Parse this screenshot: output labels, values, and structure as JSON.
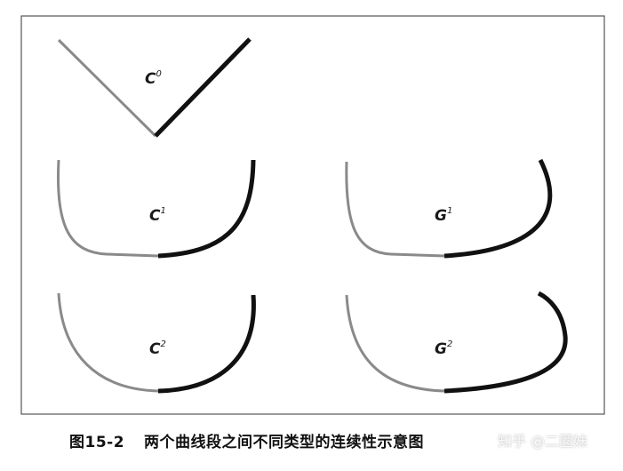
{
  "figure": {
    "panels": [
      {
        "id": "c0",
        "letter": "C",
        "sup": "0"
      },
      {
        "id": "c1",
        "letter": "C",
        "sup": "1"
      },
      {
        "id": "g1",
        "letter": "G",
        "sup": "1"
      },
      {
        "id": "c2",
        "letter": "C",
        "sup": "2"
      },
      {
        "id": "g2",
        "letter": "G",
        "sup": "2"
      }
    ],
    "colors": {
      "frame": "#555555",
      "curve_light": "#8a8a8a",
      "curve_dark": "#111111"
    }
  },
  "caption": {
    "number": "图15-2",
    "text": "两个曲线段之间不同类型的连续性示意图"
  },
  "watermark": {
    "text": "知乎 @二圈妹"
  }
}
